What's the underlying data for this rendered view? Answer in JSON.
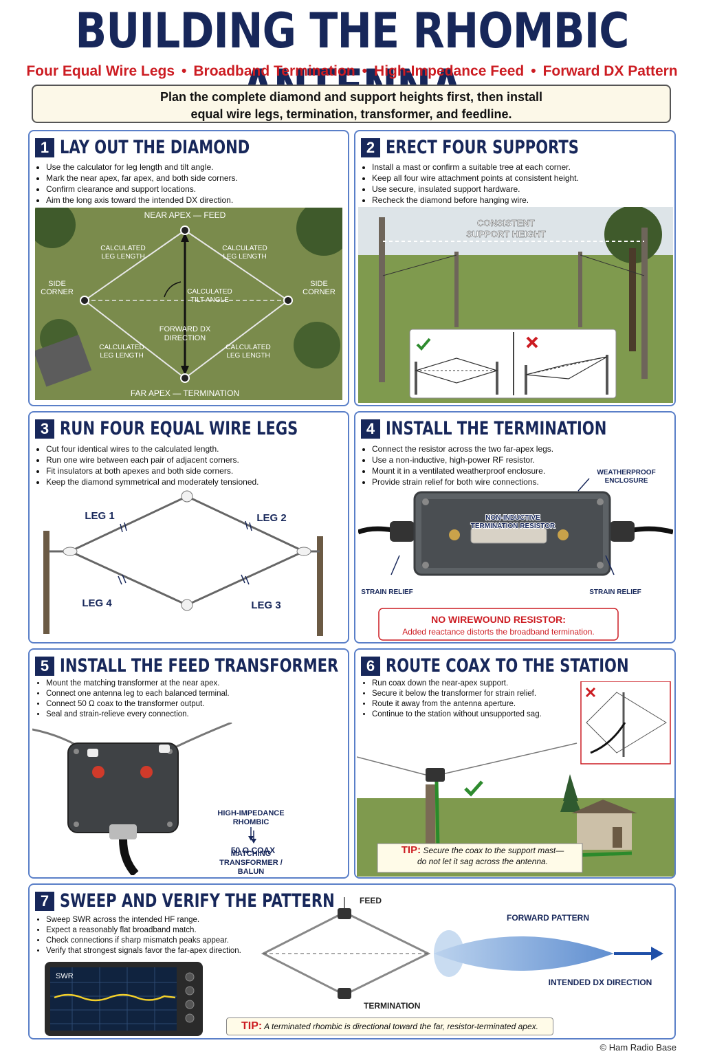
{
  "title": "BUILDING THE RHOMBIC ANTENNA",
  "subtitle": [
    "Four Equal Wire Legs",
    "Broadband Termination",
    "High-Impedance Feed",
    "Forward DX Pattern"
  ],
  "subtitle_separator": "•",
  "intro": {
    "line1": "Plan the complete diamond and support heights first, then install",
    "line2": "equal wire legs, termination, transformer, and feedline."
  },
  "colors": {
    "navy": "#17275a",
    "red": "#cc1c22",
    "panel_border": "#5a7fc8",
    "green": "#2e8b2e"
  },
  "steps": [
    {
      "num": "1",
      "title": "LAY OUT THE DIAMOND",
      "bullets": [
        "Use the calculator for leg length and tilt angle.",
        "Mark the near apex, far apex, and both side corners.",
        "Confirm clearance and support locations.",
        "Aim the long axis toward the intended DX direction."
      ],
      "labels": {
        "near": "NEAR APEX — FEED",
        "far": "FAR APEX — TERMINATION",
        "side_a": "SIDE",
        "side_b": "CORNER",
        "leg_a": "CALCULATED",
        "leg_b": "LEG LENGTH",
        "tilt_a": "CALCULATED",
        "tilt_b": "TILT ANGLE",
        "fwd_a": "FORWARD DX",
        "fwd_b": "DIRECTION"
      }
    },
    {
      "num": "2",
      "title": "ERECT FOUR SUPPORTS",
      "bullets": [
        "Install a mast or confirm a suitable tree at each corner.",
        "Keep all four wire attachment points at consistent height.",
        "Use secure, insulated support hardware.",
        "Recheck the diamond before hanging wire."
      ],
      "labels": {
        "h1": "CONSISTENT",
        "h2": "SUPPORT HEIGHT"
      }
    },
    {
      "num": "3",
      "title": "RUN FOUR EQUAL WIRE LEGS",
      "bullets": [
        "Cut four identical wires to the calculated length.",
        "Run one wire between each pair of adjacent corners.",
        "Fit insulators at both apexes and both side corners.",
        "Keep the diamond symmetrical and moderately tensioned."
      ],
      "labels": {
        "leg1": "LEG 1",
        "leg2": "LEG 2",
        "leg3": "LEG 3",
        "leg4": "LEG 4"
      }
    },
    {
      "num": "4",
      "title": "INSTALL THE TERMINATION",
      "bullets": [
        "Connect the resistor across the two far-apex legs.",
        "Use a non-inductive, high-power RF resistor.",
        "Mount it in a ventilated weatherproof enclosure.",
        "Provide strain relief for both wire connections."
      ],
      "labels": {
        "enc1": "WEATHERPROOF",
        "enc2": "ENCLOSURE",
        "res1": "NON-INDUCTIVE",
        "res2": "TERMINATION RESISTOR",
        "strain": "STRAIN RELIEF",
        "warn_title": "NO WIREWOUND RESISTOR:",
        "warn_body": "Added reactance distorts the broadband termination."
      }
    },
    {
      "num": "5",
      "title": "INSTALL THE FEED TRANSFORMER",
      "bullets": [
        "Mount the matching transformer at the near apex.",
        "Connect one antenna leg to each balanced terminal.",
        "Connect 50 Ω coax to the transformer output.",
        "Seal and strain-relieve every connection."
      ],
      "labels": {
        "f1a": "HIGH-IMPEDANCE",
        "f1b": "RHOMBIC",
        "f2a": "MATCHING",
        "f2b": "TRANSFORMER /",
        "f2c": "BALUN",
        "f3": "50 Ω COAX"
      }
    },
    {
      "num": "6",
      "title": "ROUTE COAX TO THE STATION",
      "bullets": [
        "Run coax down the near-apex support.",
        "Secure it below the transformer for strain relief.",
        "Route it away from the antenna aperture.",
        "Continue to the station without unsupported sag."
      ],
      "tip": {
        "label": "TIP:",
        "line1": "Secure the coax to the support mast—",
        "line2": "do not let it sag across the antenna."
      }
    },
    {
      "num": "7",
      "title": "SWEEP AND VERIFY THE PATTERN",
      "bullets": [
        "Sweep SWR across the intended HF range.",
        "Expect a reasonably flat broadband match.",
        "Check connections if sharp mismatch peaks appear.",
        "Verify that strongest signals favor the far-apex direction."
      ],
      "labels": {
        "swr": "SWR",
        "feed": "FEED",
        "term": "TERMINATION",
        "fwd": "FORWARD PATTERN",
        "dx": "INTENDED DX DIRECTION"
      },
      "tip": {
        "label": "TIP:",
        "text": "A terminated rhombic is directional toward the far, resistor-terminated apex."
      }
    }
  ],
  "copyright": "© Ham Radio Base"
}
